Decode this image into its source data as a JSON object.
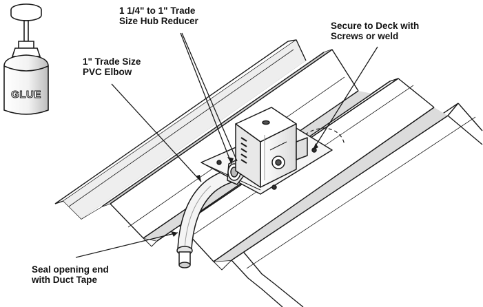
{
  "callouts": {
    "hub_reducer": [
      "1 1/4\" to 1\" Trade",
      "Size Hub Reducer"
    ],
    "secure_deck": [
      "Secure to Deck with",
      "Screws or weld"
    ],
    "pvc_elbow": [
      "1\" Trade Size",
      "PVC Elbow"
    ],
    "seal_opening": [
      "Seal opening end",
      "with Duct Tape"
    ]
  },
  "glue_label": "GLUE",
  "colors": {
    "line": "#1a1a1a",
    "fill": "#ffffff",
    "shade": "#d9d9d9",
    "dark": "#555555"
  }
}
